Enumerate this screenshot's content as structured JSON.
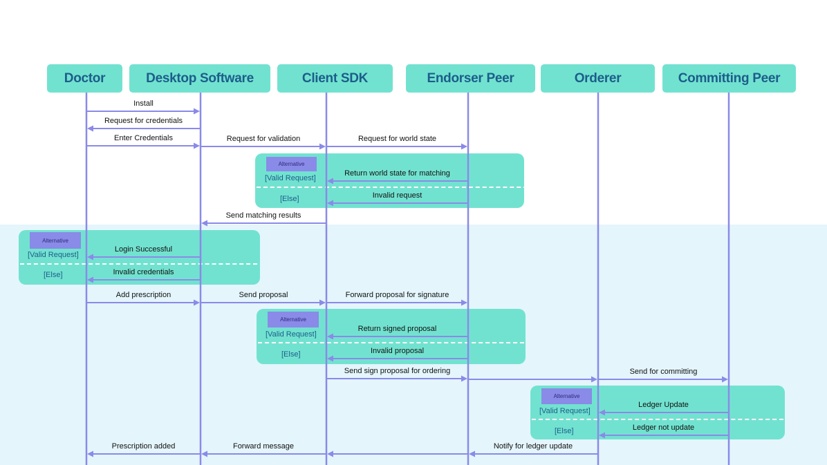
{
  "actors": [
    "Doctor",
    "Desktop Software",
    "Client SDK",
    "Endorser Peer",
    "Orderer",
    "Committing Peer"
  ],
  "fragments": [
    {
      "tag": "Alternative",
      "cond1": "[Valid Request]",
      "cond2": "[Else]"
    },
    {
      "tag": "Alternative",
      "cond1": "[Valid Request]",
      "cond2": "[Else]"
    },
    {
      "tag": "Alternative",
      "cond1": "[Valid Request]",
      "cond2": "[Else]"
    },
    {
      "tag": "Alternative",
      "cond1": "[Valid Request]",
      "cond2": "[Else]"
    }
  ],
  "messages": [
    {
      "from": 0,
      "to": 1,
      "label": "Install"
    },
    {
      "from": 1,
      "to": 0,
      "label": "Request for credentials"
    },
    {
      "from": 0,
      "to": 1,
      "label": "Enter Credentials"
    },
    {
      "from": 1,
      "to": 2,
      "label": "Request for validation"
    },
    {
      "from": 2,
      "to": 3,
      "label": "Request for world state"
    },
    {
      "from": 3,
      "to": 2,
      "label": "Return world state for matching"
    },
    {
      "from": 3,
      "to": 2,
      "label": "Invalid request"
    },
    {
      "from": 2,
      "to": 1,
      "label": "Send matching results"
    },
    {
      "from": 1,
      "to": 0,
      "label": "Login Successful"
    },
    {
      "from": 1,
      "to": 0,
      "label": "Invalid credentials"
    },
    {
      "from": 0,
      "to": 1,
      "label": "Add prescription"
    },
    {
      "from": 1,
      "to": 2,
      "label": "Send proposal"
    },
    {
      "from": 2,
      "to": 3,
      "label": "Forward proposal for signature"
    },
    {
      "from": 3,
      "to": 2,
      "label": "Return signed proposal"
    },
    {
      "from": 3,
      "to": 2,
      "label": "Invalid proposal"
    },
    {
      "from": 2,
      "to": 3,
      "label": "Send sign proposal for ordering"
    },
    {
      "from": 3,
      "to": 4,
      "label": ""
    },
    {
      "from": 4,
      "to": 5,
      "label": "Send for committing"
    },
    {
      "from": 5,
      "to": 4,
      "label": "Ledger Update"
    },
    {
      "from": 5,
      "to": 4,
      "label": "Ledger not update"
    },
    {
      "from": 4,
      "to": 3,
      "label": "Notify for ledger update"
    },
    {
      "from": 3,
      "to": 2,
      "label": ""
    },
    {
      "from": 2,
      "to": 1,
      "label": "Forward message"
    },
    {
      "from": 1,
      "to": 0,
      "label": "Prescription added"
    }
  ],
  "colors": {
    "actor_fill": "#72e2d0",
    "actor_text": "#1c5d8a",
    "lifeline": "#8a8ae8",
    "arrow": "#8a8ae8",
    "tag_fill": "#8a8ae8",
    "band": "#e4f5fc"
  }
}
